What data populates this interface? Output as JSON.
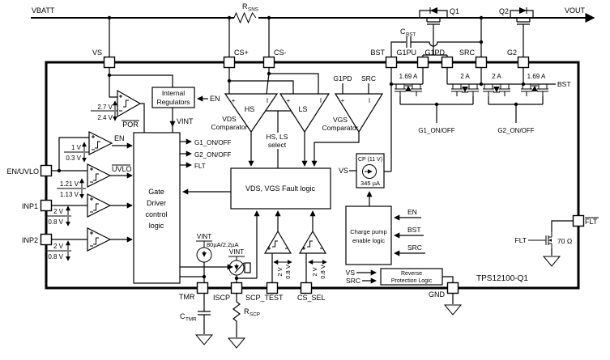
{
  "part_number": "TPS12100-Q1",
  "sym": {
    "plus": "+",
    "minus": "I"
  },
  "power": {
    "vbatt": "VBATT",
    "vout": "VOUT",
    "q1": "Q1",
    "q2": "Q2"
  },
  "passives": {
    "rsns": {
      "ref": "R",
      "sub": "SNS"
    },
    "cbst": {
      "ref": "C",
      "sub": "BST"
    },
    "ctmr": {
      "ref": "C",
      "sub": "TMR"
    },
    "rscp": {
      "ref": "R",
      "sub": "SCP"
    }
  },
  "pins": {
    "vs": "VS",
    "cs_plus": "CS+",
    "cs_minus": "CS-",
    "bst": "BST",
    "g1pu": "G1PU",
    "g1pd": "G1PD",
    "src": "SRC",
    "g2": "G2",
    "en_uvlo": "EN/UVLO",
    "inp1": "INP1",
    "inp2": "INP2",
    "flt": "FLT",
    "tmr": "TMR",
    "iscp": "ISCP",
    "scp_test": "SCP_TEST",
    "cs_sel": "CS_SEL",
    "gnd": "GND"
  },
  "blocks": {
    "internal_regulators": {
      "line1": "Internal",
      "line2": "Regulators"
    },
    "gate_driver": {
      "line1": "Gate",
      "line2": "Driver",
      "line3": "control",
      "line4": "logic"
    },
    "fault_logic": {
      "label": "VDS, VGS Fault logic"
    },
    "charge_pump": {
      "title": "CP (11 V)",
      "current": "345 µA"
    },
    "charge_pump_enable": {
      "line1": "Charge pump",
      "line2": "enable logic"
    },
    "reverse_protection": {
      "line1": "Reverse",
      "line2": "Protection Logic"
    }
  },
  "comparators": {
    "por": {
      "label": "POR",
      "rise": "2.7 V",
      "fall": "2.4 V"
    },
    "en": {
      "rise": "1 V",
      "fall": "0.3 V"
    },
    "uvlo": {
      "label": "UVLO",
      "rise": "1.21 V",
      "fall": "1.13 V"
    },
    "input": {
      "rise": "2 V",
      "fall": "0.8 V"
    },
    "hs": "HS",
    "ls": "LS",
    "vds": {
      "line1": "VDS",
      "line2": "Comparator"
    },
    "vgs": {
      "line1": "VGS",
      "line2": "Comparator"
    },
    "select": {
      "line1": "HS, LS",
      "line2": "select"
    }
  },
  "signals": {
    "en": "EN",
    "vint": "VINT",
    "g1_onoff": "G1_ON/OFF",
    "g2_onoff": "G2_ON/OFF",
    "flt": "FLT",
    "timer_current": "80µA/2.2µA"
  },
  "drivers": {
    "i_pu1": "1.69 A",
    "i_pd1": "2 A",
    "i_pd2": "2 A",
    "i_pu2": "1.69 A"
  },
  "flt_output": {
    "resistance": "70 Ω"
  }
}
